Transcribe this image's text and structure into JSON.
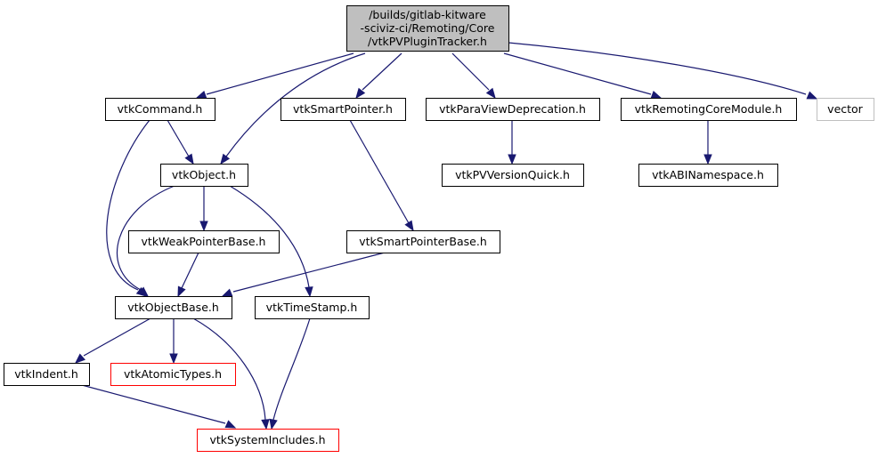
{
  "title": "Include dependency graph for vtkPVPluginTracker.h",
  "colors": {
    "edge": "#191970",
    "root_fill": "#bfbfbf",
    "node_border": "#000000",
    "external_border": "#bfbfbf",
    "truncated_border": "#ff0000"
  },
  "nodes": [
    {
      "id": "root",
      "kind": "root",
      "lines": [
        "/builds/gitlab-kitware",
        "-sciviz-ci/Remoting/Core",
        "/vtkPVPluginTracker.h"
      ]
    },
    {
      "id": "vtkCommand",
      "kind": "normal",
      "lines": [
        "vtkCommand.h"
      ]
    },
    {
      "id": "vtkSmartPointer",
      "kind": "normal",
      "lines": [
        "vtkSmartPointer.h"
      ]
    },
    {
      "id": "vtkParaViewDeprecation",
      "kind": "normal",
      "lines": [
        "vtkParaViewDeprecation.h"
      ]
    },
    {
      "id": "vtkRemotingCoreModule",
      "kind": "normal",
      "lines": [
        "vtkRemotingCoreModule.h"
      ]
    },
    {
      "id": "vector",
      "kind": "missing",
      "lines": [
        "vector"
      ]
    },
    {
      "id": "vtkObject",
      "kind": "normal",
      "lines": [
        "vtkObject.h"
      ]
    },
    {
      "id": "vtkPVVersionQuick",
      "kind": "normal",
      "lines": [
        "vtkPVVersionQuick.h"
      ]
    },
    {
      "id": "vtkABINamespace",
      "kind": "normal",
      "lines": [
        "vtkABINamespace.h"
      ]
    },
    {
      "id": "vtkWeakPointerBase",
      "kind": "normal",
      "lines": [
        "vtkWeakPointerBase.h"
      ]
    },
    {
      "id": "vtkSmartPointerBase",
      "kind": "normal",
      "lines": [
        "vtkSmartPointerBase.h"
      ]
    },
    {
      "id": "vtkObjectBase",
      "kind": "normal",
      "lines": [
        "vtkObjectBase.h"
      ]
    },
    {
      "id": "vtkTimeStamp",
      "kind": "normal",
      "lines": [
        "vtkTimeStamp.h"
      ]
    },
    {
      "id": "vtkIndent",
      "kind": "normal",
      "lines": [
        "vtkIndent.h"
      ]
    },
    {
      "id": "vtkAtomicTypes",
      "kind": "truncated",
      "lines": [
        "vtkAtomicTypes.h"
      ]
    },
    {
      "id": "vtkSystemIncludes",
      "kind": "truncated",
      "lines": [
        "vtkSystemIncludes.h"
      ]
    }
  ],
  "edges": [
    {
      "from": "root",
      "to": "vtkCommand"
    },
    {
      "from": "root",
      "to": "vtkObject"
    },
    {
      "from": "root",
      "to": "vtkSmartPointer"
    },
    {
      "from": "root",
      "to": "vtkParaViewDeprecation"
    },
    {
      "from": "root",
      "to": "vtkRemotingCoreModule"
    },
    {
      "from": "root",
      "to": "vector"
    },
    {
      "from": "vtkCommand",
      "to": "vtkObject"
    },
    {
      "from": "vtkCommand",
      "to": "vtkObjectBase"
    },
    {
      "from": "vtkSmartPointer",
      "to": "vtkSmartPointerBase"
    },
    {
      "from": "vtkParaViewDeprecation",
      "to": "vtkPVVersionQuick"
    },
    {
      "from": "vtkRemotingCoreModule",
      "to": "vtkABINamespace"
    },
    {
      "from": "vtkObject",
      "to": "vtkObjectBase"
    },
    {
      "from": "vtkObject",
      "to": "vtkWeakPointerBase"
    },
    {
      "from": "vtkObject",
      "to": "vtkTimeStamp"
    },
    {
      "from": "vtkWeakPointerBase",
      "to": "vtkObjectBase"
    },
    {
      "from": "vtkSmartPointerBase",
      "to": "vtkObjectBase"
    },
    {
      "from": "vtkObjectBase",
      "to": "vtkIndent"
    },
    {
      "from": "vtkObjectBase",
      "to": "vtkAtomicTypes"
    },
    {
      "from": "vtkObjectBase",
      "to": "vtkSystemIncludes"
    },
    {
      "from": "vtkTimeStamp",
      "to": "vtkSystemIncludes"
    },
    {
      "from": "vtkIndent",
      "to": "vtkSystemIncludes"
    }
  ]
}
